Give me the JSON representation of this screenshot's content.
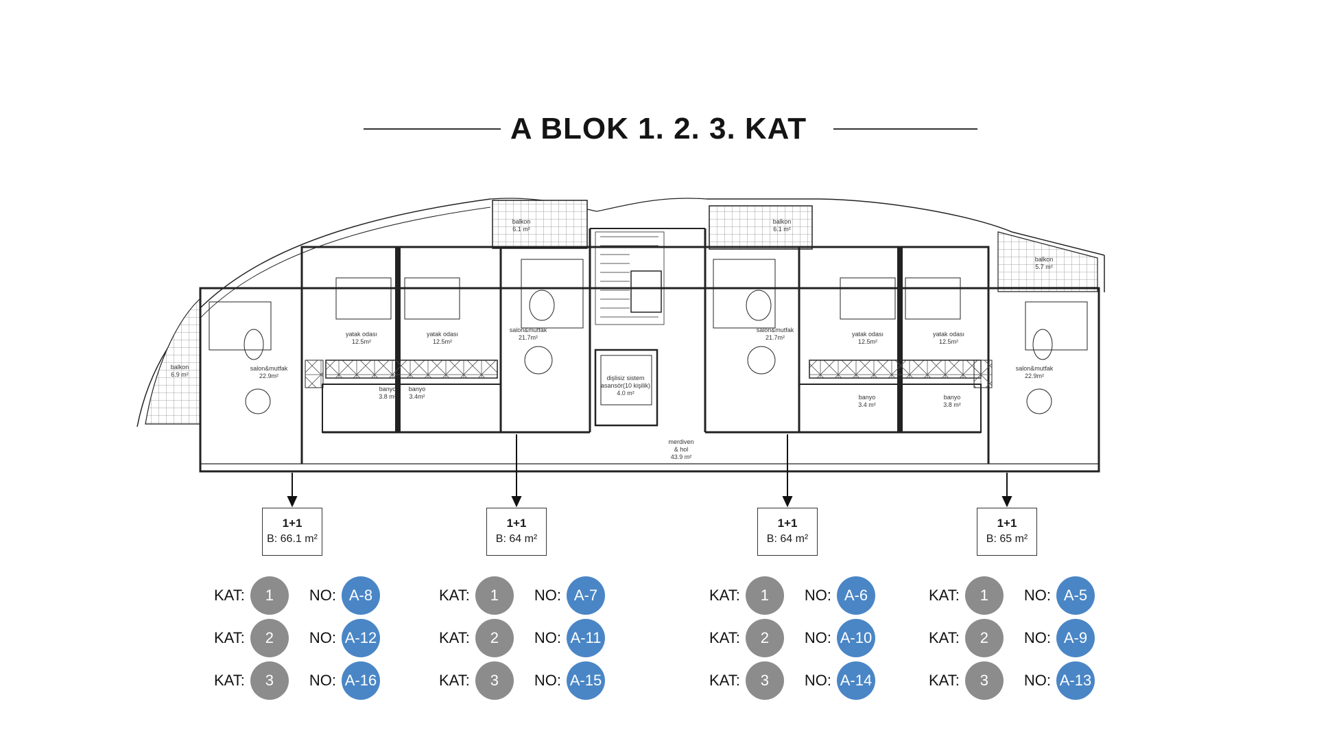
{
  "title": "A BLOK 1.  2.  3.  KAT",
  "rooms": {
    "balkon_left": "balkon",
    "balkon_left_area": "6.9 m²",
    "salon_l": "salon&mutfak",
    "salon_l_area": "22.9m²",
    "yatak_1": "yatak odası",
    "yatak_1_area": "12.5m²",
    "yatak_2": "yatak odası",
    "yatak_2_area": "12.5m²",
    "banyo_1": "banyo",
    "banyo_1_area": "3.8 m²",
    "banyo_2": "banyo",
    "banyo_2_area": "3.4m²",
    "salon_ml": "salon&mutfak",
    "salon_ml_area": "21.7m²",
    "balkon_ml": "balkon",
    "balkon_ml_area": "6.1 m²",
    "asansor_1": "dişlisiz sistem",
    "asansor_2": "asansör(10 kişilik)",
    "asansor_area": "4.0 m²",
    "merdiven_1": "merdiven",
    "merdiven_2": "& hol",
    "merdiven_area": "43.9 m²",
    "balkon_mr": "balkon",
    "balkon_mr_area": "6.1 m²",
    "salon_mr": "salon&mutfak",
    "salon_mr_area": "21.7m²",
    "yatak_3": "yatak odası",
    "yatak_3_area": "12.5m²",
    "yatak_4": "yatak odası",
    "yatak_4_area": "12.5m²",
    "banyo_3": "banyo",
    "banyo_3_area": "3.4 m²",
    "banyo_4": "banyo",
    "banyo_4_area": "3.8 m²",
    "balkon_right": "balkon",
    "balkon_right_area": "5.7 m²",
    "salon_r": "salon&mutfak",
    "salon_r_area": "22.9m²"
  },
  "units": [
    {
      "type": "1+1",
      "area": "B: 66.1 m²"
    },
    {
      "type": "1+1",
      "area": "B: 64 m²"
    },
    {
      "type": "1+1",
      "area": "B: 64 m²"
    },
    {
      "type": "1+1",
      "area": "B: 65 m²"
    }
  ],
  "legend": {
    "kat_label": "KAT:",
    "no_label": "NO:",
    "columns": [
      {
        "rows": [
          {
            "kat": "1",
            "no": "A-8"
          },
          {
            "kat": "2",
            "no": "A-12"
          },
          {
            "kat": "3",
            "no": "A-16"
          }
        ]
      },
      {
        "rows": [
          {
            "kat": "1",
            "no": "A-7"
          },
          {
            "kat": "2",
            "no": "A-11"
          },
          {
            "kat": "3",
            "no": "A-15"
          }
        ]
      },
      {
        "rows": [
          {
            "kat": "1",
            "no": "A-6"
          },
          {
            "kat": "2",
            "no": "A-10"
          },
          {
            "kat": "3",
            "no": "A-14"
          }
        ]
      },
      {
        "rows": [
          {
            "kat": "1",
            "no": "A-5"
          },
          {
            "kat": "2",
            "no": "A-9"
          },
          {
            "kat": "3",
            "no": "A-13"
          }
        ]
      }
    ]
  },
  "colors": {
    "grey_badge": "#8c8c8c",
    "blue_badge": "#4a86c6"
  }
}
